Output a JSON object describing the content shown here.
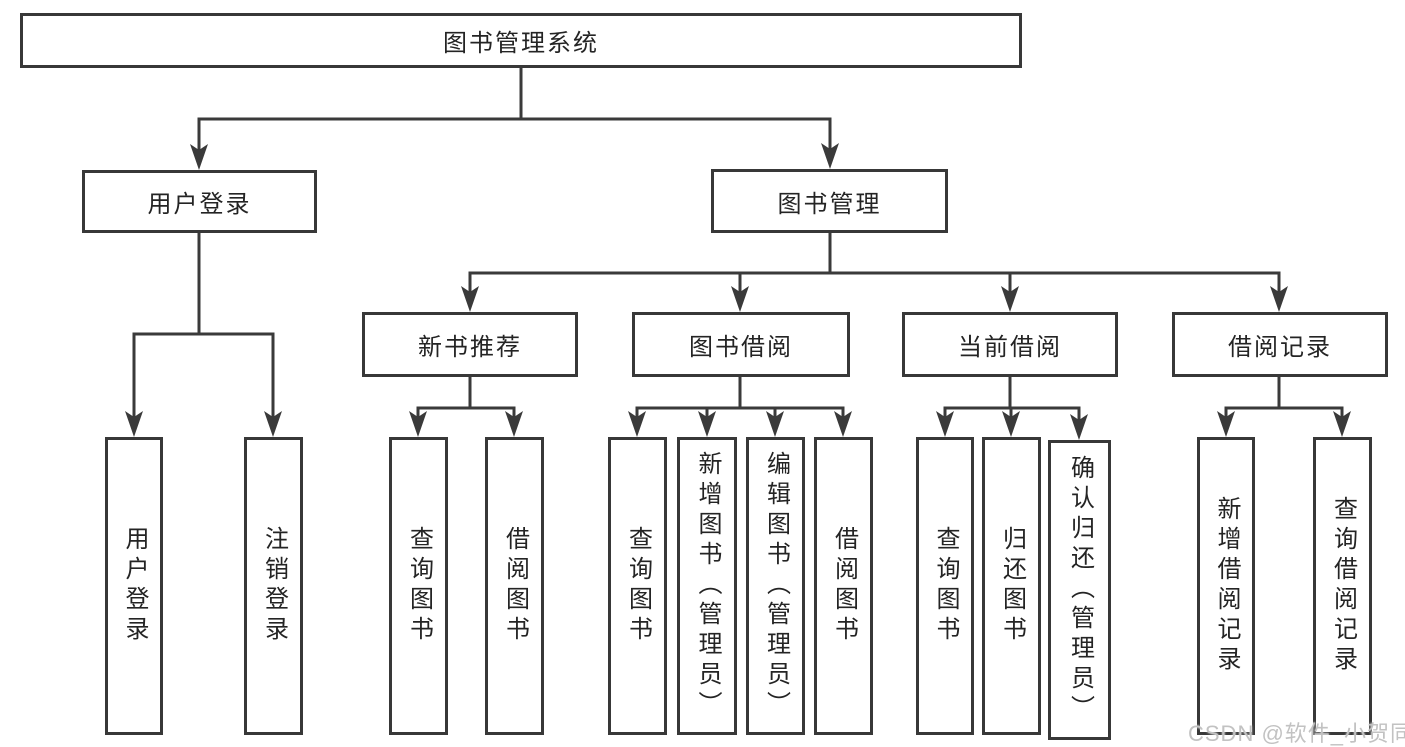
{
  "tree": {
    "label": "图书管理系统",
    "children": [
      {
        "label": "用户登录",
        "children": [
          {
            "label": "用户登录"
          },
          {
            "label": "注销登录"
          }
        ]
      },
      {
        "label": "图书管理",
        "children": [
          {
            "label": "新书推荐",
            "children": [
              {
                "label": "查询图书"
              },
              {
                "label": "借阅图书"
              }
            ]
          },
          {
            "label": "图书借阅",
            "children": [
              {
                "label": "查询图书"
              },
              {
                "label": "新增图书（管理员）"
              },
              {
                "label": "编辑图书（管理员）"
              },
              {
                "label": "借阅图书"
              }
            ]
          },
          {
            "label": "当前借阅",
            "children": [
              {
                "label": "查询图书"
              },
              {
                "label": "归还图书"
              },
              {
                "label": "确认归还（管理员）"
              }
            ]
          },
          {
            "label": "借阅记录",
            "children": [
              {
                "label": "新增借阅记录"
              },
              {
                "label": "查询借阅记录"
              }
            ]
          }
        ]
      }
    ]
  },
  "watermark": {
    "text": "CSDN @软件_小贺同学"
  },
  "colors": {
    "line": "#3a3a3a",
    "border": "#383838",
    "text": "#242424",
    "watermark": "#c2c2c2",
    "background": "#ffffff"
  }
}
